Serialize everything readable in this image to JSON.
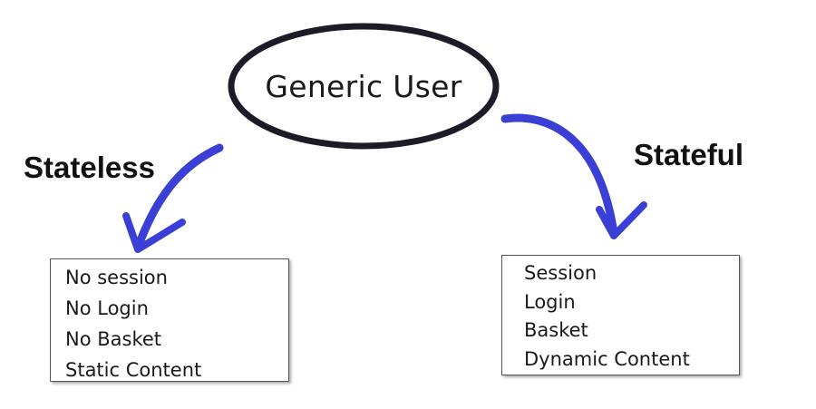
{
  "diagram": {
    "center": {
      "label": "Generic User"
    },
    "branches": [
      {
        "label": "Stateless",
        "items": [
          "No session",
          "No Login",
          "No Basket",
          "Static Content"
        ]
      },
      {
        "label": "Stateful",
        "items": [
          "Session",
          "Login",
          "Basket",
          "Dynamic Content"
        ]
      }
    ],
    "colors": {
      "arrow": "#3a3fd6",
      "ellipse_stroke": "#1c1c28",
      "text": "#111111",
      "box_border": "#555555"
    }
  }
}
